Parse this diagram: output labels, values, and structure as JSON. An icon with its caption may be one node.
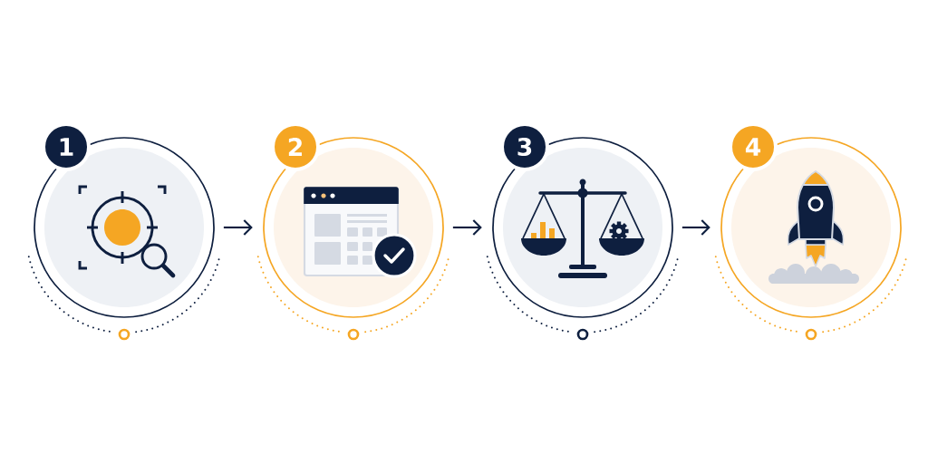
{
  "diagram": {
    "nodes": [
      {
        "text": [
          "1"
        ]
      },
      {
        "text": [
          "2"
        ]
      },
      {
        "text": [
          "3"
        ]
      },
      {
        "text": [
          "4"
        ]
      }
    ],
    "edges": [
      {
        "from": 0,
        "to": 1,
        "arrow": "to"
      },
      {
        "from": 1,
        "to": 2,
        "arrow": "to"
      },
      {
        "from": 2,
        "to": 3,
        "arrow": "to"
      }
    ]
  }
}
